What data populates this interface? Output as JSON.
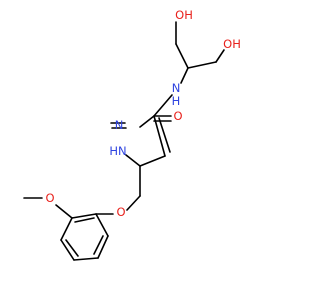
{
  "colors": {
    "bond": "#000000",
    "oxygen": "#e8211c",
    "nitrogen": "#2f44e0",
    "background": "#ffffff"
  },
  "labels": {
    "oh_top": "OH",
    "oh_right": "OH",
    "n_amide": "N",
    "h_amide": "H",
    "o_carbonyl": "O",
    "n_ring": "N",
    "nh_ring": "HN",
    "o_ether": "O",
    "o_methoxy": "O"
  }
}
